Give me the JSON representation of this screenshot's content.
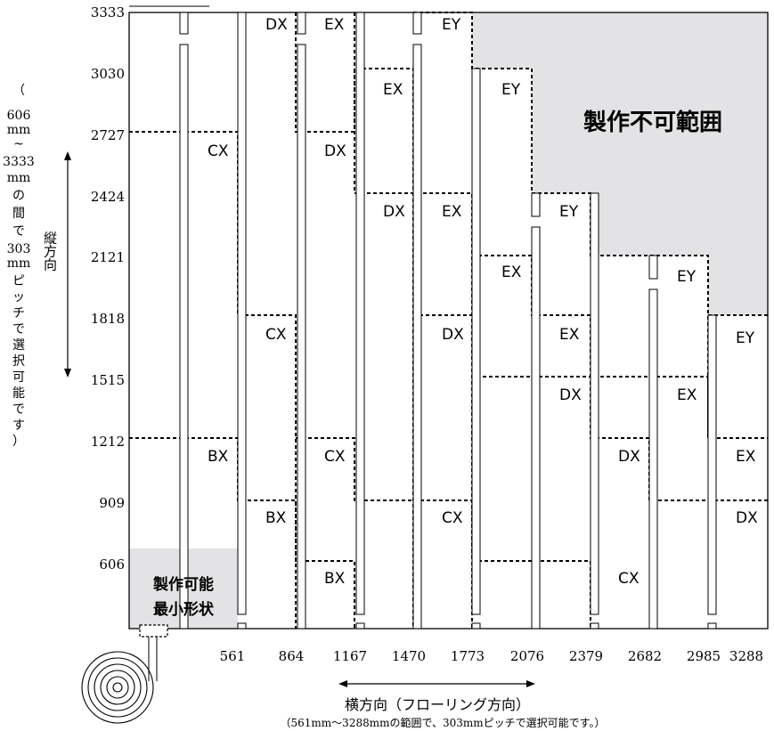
{
  "y_ticks": [
    "3333",
    "3030",
    "2727",
    "2424",
    "2121",
    "1818",
    "1515",
    "1212",
    "909",
    "606"
  ],
  "x_ticks": [
    "561",
    "864",
    "1167",
    "1470",
    "1773",
    "2076",
    "2379",
    "2682",
    "2985",
    "3288"
  ],
  "vertical_axis": {
    "label": "縦方向",
    "note_lines": [
      "（",
      "606",
      "mm",
      "~",
      "3333",
      "mm",
      "の",
      "間",
      "で",
      "303",
      "mm",
      "ピ",
      "ッ",
      "チ",
      "で",
      "選",
      "択",
      "可",
      "能",
      "で",
      "す",
      "）"
    ]
  },
  "horizontal_axis": {
    "label": "横方向（フローリング方向）",
    "note": "（561mm～3288mmの範囲で、303mmピッチで選択可能です。）"
  },
  "zones": {
    "not_producible": "製作不可範囲",
    "min_shape_line1": "製作可能",
    "min_shape_line2": "最小形状"
  },
  "grid_labels": [
    "DX",
    "EX",
    "EY",
    "EX",
    "EY",
    "CX",
    "DX",
    "DX",
    "EX",
    "EY",
    "EX",
    "EY",
    "CX",
    "DX",
    "EX",
    "EY",
    "DX",
    "EX",
    "BX",
    "CX",
    "DX",
    "EX",
    "BX",
    "CX",
    "DX",
    "BX",
    "CX"
  ],
  "colors": {
    "not_producible_zone": "#e3e3e5",
    "min_shape_zone": "#e3e3e5",
    "line": "#000000"
  }
}
